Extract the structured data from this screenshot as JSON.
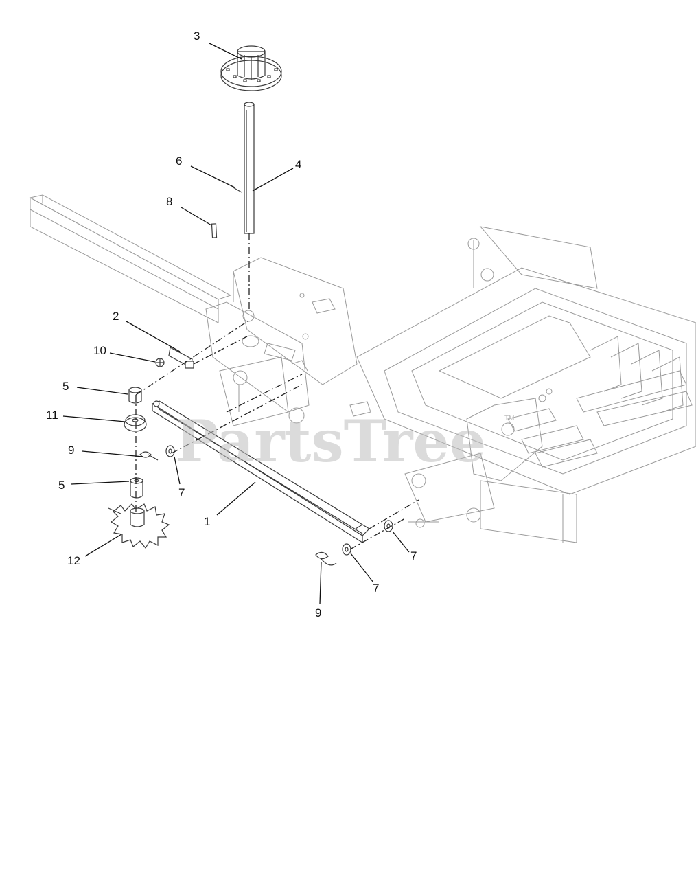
{
  "watermark": {
    "text": "PartsTree",
    "tm": "TM"
  },
  "callouts": {
    "c1": "1",
    "c2": "2",
    "c3": "3",
    "c4": "4",
    "c5a": "5",
    "c5b": "5",
    "c6": "6",
    "c7a": "7",
    "c7b": "7",
    "c7c": "7",
    "c8": "8",
    "c9a": "9",
    "c9b": "9",
    "c10": "10",
    "c11": "11",
    "c12": "12"
  }
}
